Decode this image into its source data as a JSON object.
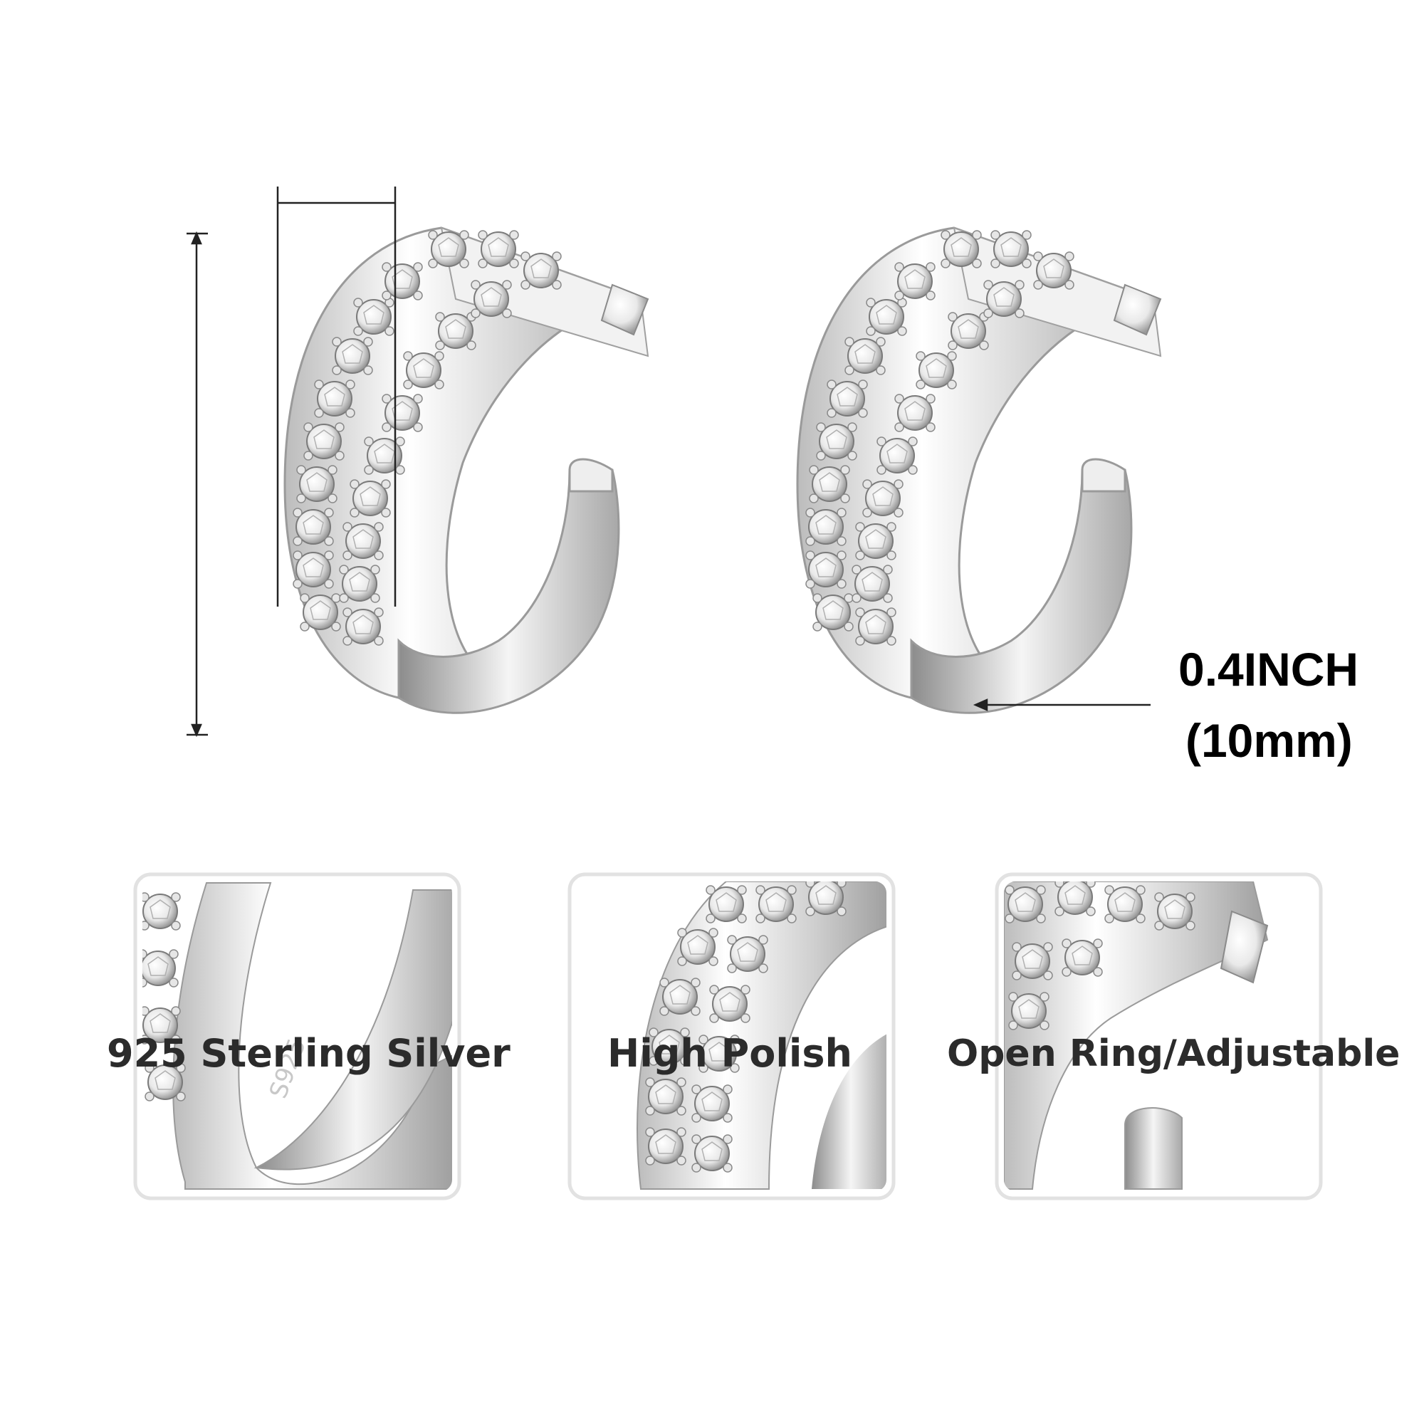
{
  "measurement": {
    "inch_label": "0.4INCH",
    "mm_label": "(10mm)"
  },
  "features": [
    {
      "label": "925 Sterling Silver"
    },
    {
      "label": "High Polish"
    },
    {
      "label": "Open Ring/Adjustable"
    }
  ],
  "hallmark": "S925",
  "colors": {
    "silver": "#d9d9d9",
    "dark": "#8a8a8a",
    "frame": "#e2e2e2",
    "text": "#2b2b2b"
  }
}
